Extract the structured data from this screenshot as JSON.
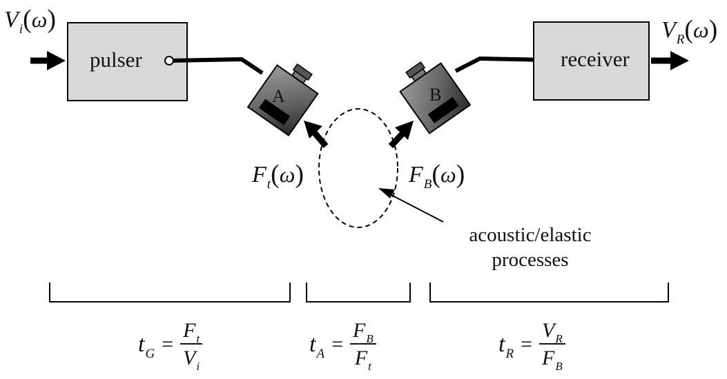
{
  "blocks": {
    "pulser": "pulser",
    "receiver": "receiver"
  },
  "transducers": {
    "a": "A",
    "b": "B"
  },
  "signals": {
    "vi": {
      "main": "V",
      "sub": "i",
      "arg": "ω"
    },
    "vr": {
      "main": "V",
      "sub": "R",
      "arg": "ω"
    },
    "ft": {
      "main": "F",
      "sub": "t",
      "arg": "ω"
    },
    "fb": {
      "main": "F",
      "sub": "B",
      "arg": "ω"
    }
  },
  "medium_caption": {
    "line1": "acoustic/elastic",
    "line2": "processes"
  },
  "equations": [
    {
      "lhs": "t",
      "lhs_sub": "G",
      "num": "F",
      "num_sub": "t",
      "den": "V",
      "den_sub": "i"
    },
    {
      "lhs": "t",
      "lhs_sub": "A",
      "num": "F",
      "num_sub": "B",
      "den": "F",
      "den_sub": "t"
    },
    {
      "lhs": "t",
      "lhs_sub": "R",
      "num": "V",
      "num_sub": "R",
      "den": "F",
      "den_sub": "B"
    }
  ]
}
